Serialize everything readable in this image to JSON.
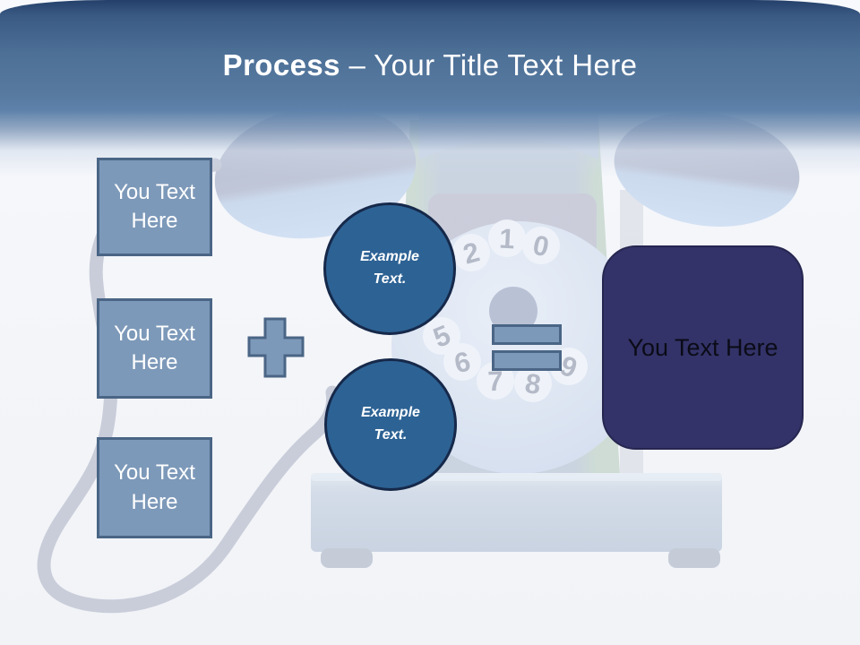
{
  "header": {
    "title_bold": "Process",
    "title_rest": " – Your Title Text Here"
  },
  "steps": [
    {
      "label": "You Text Here"
    },
    {
      "label": "You Text Here"
    },
    {
      "label": "You Text Here"
    }
  ],
  "operators": {
    "plus": "plus-sign-shape",
    "equals": "equals-sign-shape"
  },
  "examples": [
    {
      "label": "Example Text."
    },
    {
      "label": "Example Text."
    }
  ],
  "result": {
    "label": "You Text Here"
  },
  "phone": {
    "dial_numbers": [
      "2",
      "1",
      "0",
      "5",
      "6",
      "7",
      "8",
      "9"
    ]
  },
  "colors": {
    "header_top": "#24406a",
    "header_blue": "#57799f",
    "step_fill": "#7d99b9",
    "step_border": "#4a6585",
    "circle_fill": "#2d6294",
    "circle_border": "#16294a",
    "result_fill": "#333369",
    "cord_gray": "#c9cdd9",
    "text_white": "#ffffff"
  }
}
